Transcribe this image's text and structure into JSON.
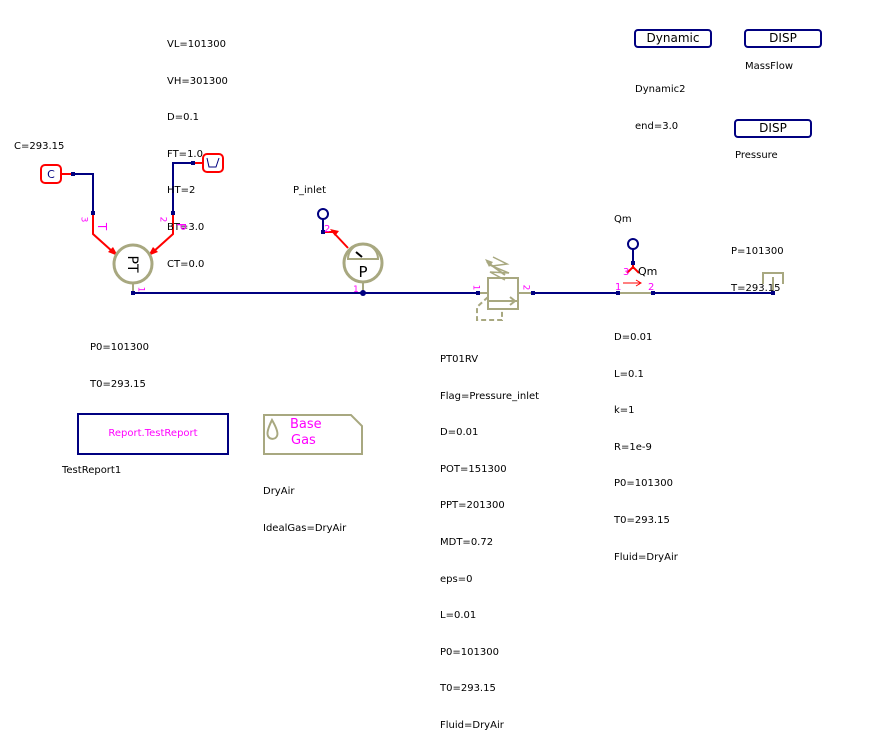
{
  "diagram": {
    "components": {
      "temperature_source": {
        "icon": "constant-source-icon",
        "glyph": "C",
        "params": [
          "C=293.15"
        ]
      },
      "pressure_source": {
        "icon": "ramp-source-icon",
        "glyph": "\\_/",
        "params": [
          "VL=101300",
          "VH=301300",
          "D=0.1",
          "FT=1.0",
          "HT=2",
          "BT=3.0",
          "CT=0.0"
        ]
      },
      "pt_source": {
        "icon": "pressure-temperature-source-icon",
        "glyph": "PT",
        "pin_labels": {
          "T": "T",
          "P": "P"
        },
        "pin_numbers": {
          "pin1": "1",
          "pin2": "2",
          "pin3": "3"
        },
        "params": [
          "P0=101300",
          "T0=293.15"
        ]
      },
      "pressure_sensor": {
        "name": "P_inlet",
        "icon": "pressure-gauge-icon",
        "glyph": "P",
        "pin_numbers": {
          "pin1": "1",
          "pin2": "2"
        }
      },
      "relief_valve": {
        "icon": "relief-valve-icon",
        "pin_numbers": {
          "pin1": "1",
          "pin2": "2"
        },
        "params": [
          "PT01RV",
          "Flag=Pressure_inlet",
          "D=0.01",
          "POT=151300",
          "PPT=201300",
          "MDT=0.72",
          "eps=0",
          "L=0.01",
          "P0=101300",
          "T0=293.15",
          "Fluid=DryAir"
        ]
      },
      "mass_flow_pipe": {
        "name": "Qm",
        "sensor_label": "Qm",
        "icon": "mass-flow-sensor-icon",
        "pin_numbers": {
          "pin1": "1",
          "pin2": "2",
          "pin3": "3"
        },
        "params": [
          "D=0.01",
          "L=0.1",
          "k=1",
          "R=1e-9",
          "P0=101300",
          "T0=293.15",
          "Fluid=DryAir"
        ]
      },
      "sink": {
        "icon": "pressure-sink-icon",
        "params": [
          "P=101300",
          "T=293.15"
        ]
      },
      "dynamic": {
        "label": "Dynamic",
        "params": [
          "Dynamic2",
          "end=3.0"
        ]
      },
      "disp_massflow": {
        "label": "DISP",
        "name": "MassFlow"
      },
      "disp_pressure": {
        "label": "DISP",
        "name": "Pressure"
      },
      "report": {
        "label": "Report.TestReport",
        "name": "TestReport1"
      },
      "base_gas": {
        "label_line1": "Base",
        "label_line2": "Gas",
        "icon": "drop-icon",
        "params": [
          "DryAir",
          "IdealGas=DryAir"
        ]
      }
    },
    "colors": {
      "wire": "#000080",
      "signal": "#ff0000",
      "component": "#a8a880",
      "pin_label": "#ff00ff"
    }
  }
}
